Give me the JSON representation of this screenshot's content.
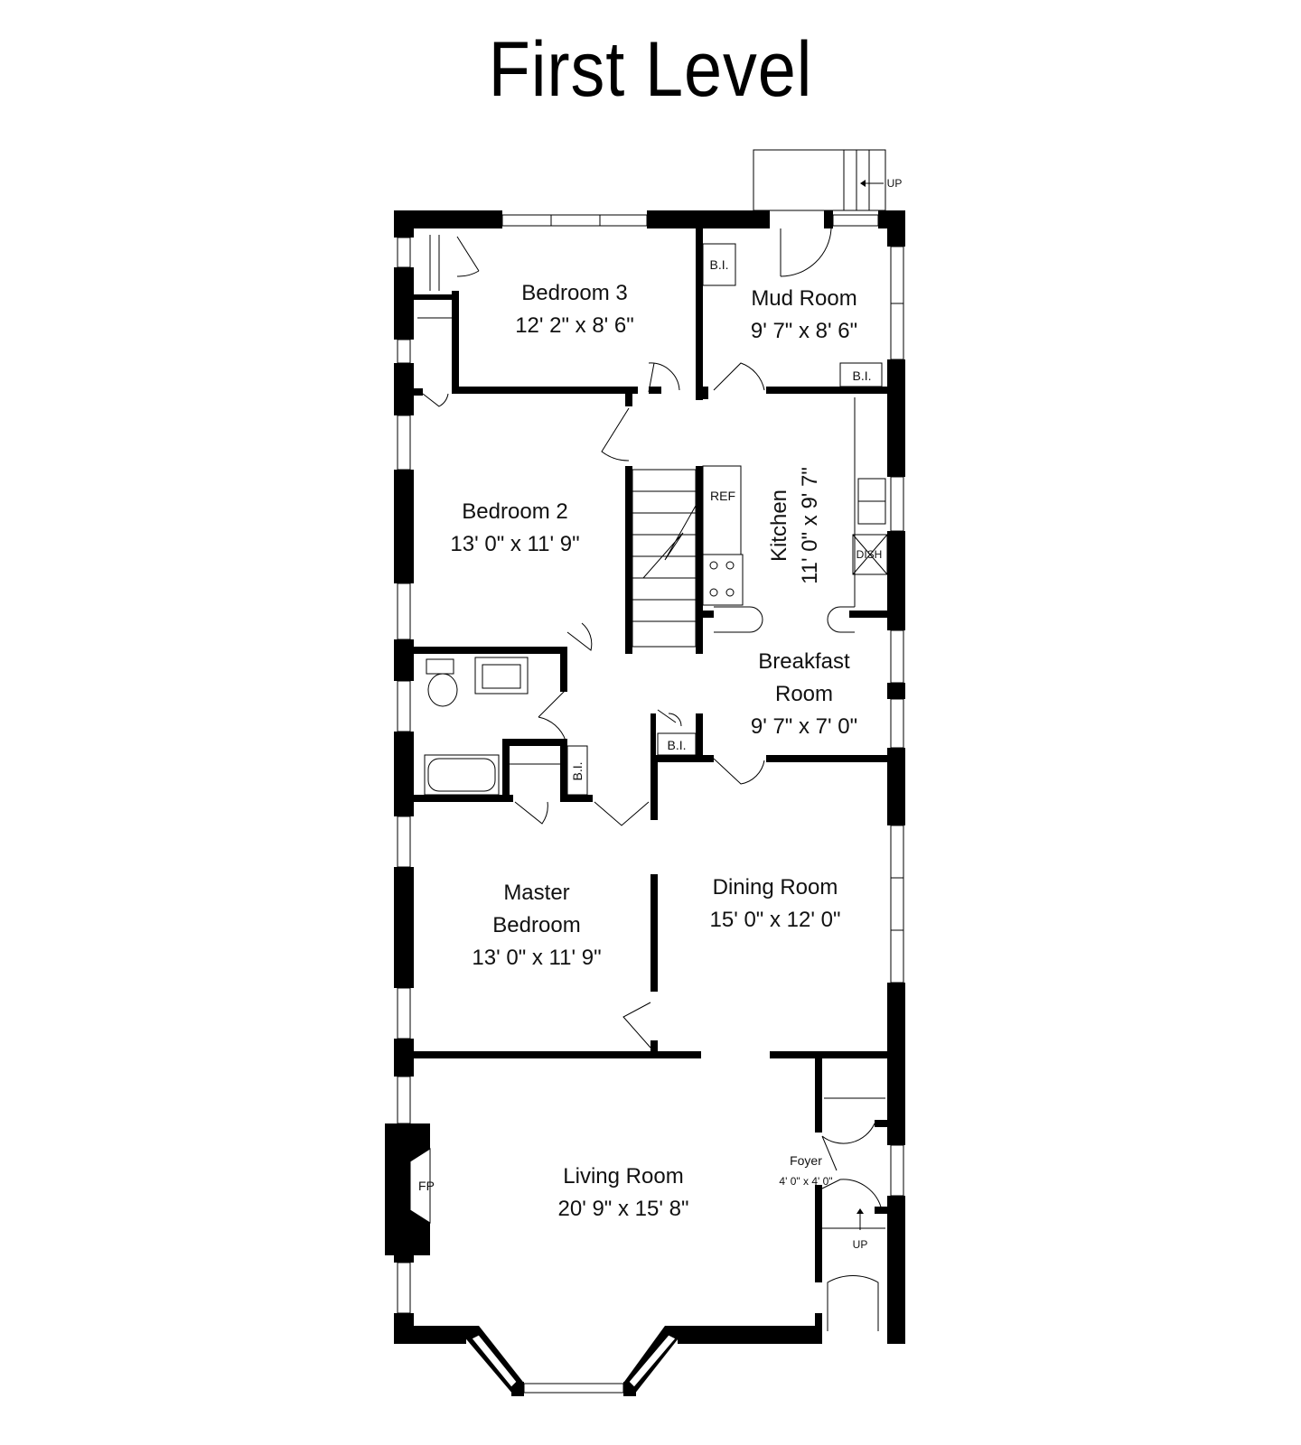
{
  "title": "First Level",
  "rooms": {
    "bedroom3": {
      "name": "Bedroom 3",
      "dims": "12' 2\" x 8' 6\""
    },
    "mud_room": {
      "name": "Mud Room",
      "dims": "9' 7\" x 8' 6\""
    },
    "bedroom2": {
      "name": "Bedroom 2",
      "dims": "13' 0\" x 11' 9\""
    },
    "kitchen": {
      "name": "Kitchen",
      "dims": "11' 0\" x 9' 7\""
    },
    "breakfast": {
      "name_line1": "Breakfast",
      "name_line2": "Room",
      "dims": "9' 7\" x 7' 0\""
    },
    "master": {
      "name_line1": "Master",
      "name_line2": "Bedroom",
      "dims": "13' 0\" x 11' 9\""
    },
    "dining": {
      "name": "Dining Room",
      "dims": "15' 0\" x 12' 0\""
    },
    "living": {
      "name": "Living Room",
      "dims": "20' 9\" x 15' 8\""
    },
    "foyer": {
      "name": "Foyer",
      "dims": "4' 0\" x 4' 0\""
    }
  },
  "fixtures": {
    "bi": "B.I.",
    "ref": "REF",
    "dish": "DISH",
    "fp": "FP",
    "up": "UP"
  }
}
